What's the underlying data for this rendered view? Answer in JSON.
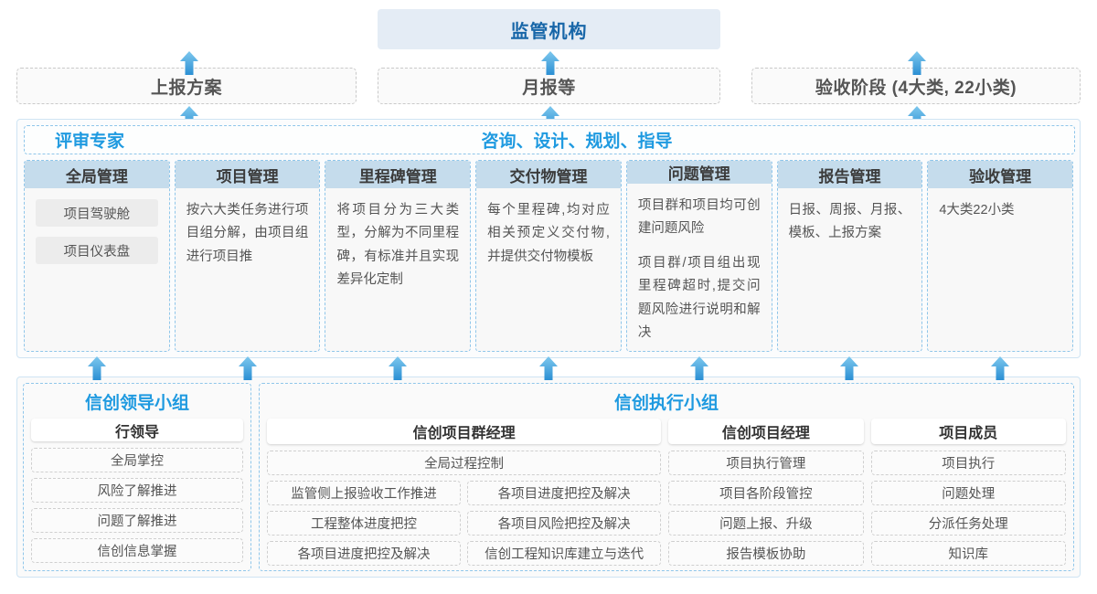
{
  "top": {
    "regulator": "监管机构",
    "channels": [
      {
        "label": "上报方案"
      },
      {
        "label": "月报等"
      },
      {
        "label": "验收阶段 (4大类, 22小类)"
      }
    ]
  },
  "middle": {
    "banner_left": "评审专家",
    "banner_right": "咨询、设计、规划、指导",
    "columns": [
      {
        "head": "全局管理",
        "pills": [
          "项目驾驶舱",
          "项目仪表盘"
        ],
        "paragraphs": []
      },
      {
        "head": "项目管理",
        "pills": [],
        "paragraphs": [
          "按六大类任务进行项目组分解，由项目组进行项目推"
        ]
      },
      {
        "head": "里程碑管理",
        "pills": [],
        "paragraphs": [
          "将项目分为三大类型，分解为不同里程碑，有标准并且实现差异化定制"
        ]
      },
      {
        "head": "交付物管理",
        "pills": [],
        "paragraphs": [
          "每个里程碑,均对应相关预定义交付物,并提供交付物模板"
        ]
      },
      {
        "head": "问题管理",
        "pills": [],
        "paragraphs": [
          "项目群和项目均可创建问题风险",
          "项目群/项目组出现里程碑超时,提交问题风险进行说明和解决"
        ]
      },
      {
        "head": "报告管理",
        "pills": [],
        "paragraphs": [
          "日报、周报、月报、模板、上报方案"
        ]
      },
      {
        "head": "验收管理",
        "pills": [],
        "paragraphs": [
          "4大类22小类"
        ]
      }
    ]
  },
  "bottom": {
    "leader_group": {
      "title": "信创领导小组",
      "role_head": "行领导",
      "tasks": [
        "全局掌控",
        "风险了解推进",
        "问题了解推进",
        "信创信息掌握"
      ]
    },
    "exec_group": {
      "title": "信创执行小组",
      "program_manager": {
        "head": "信创项目群经理",
        "full_width_task": "全局过程控制",
        "left_tasks": [
          "监管侧上报验收工作推进",
          "工程整体进度把控",
          "各项目进度把控及解决"
        ],
        "right_tasks": [
          "各项目进度把控及解决",
          "各项目风险把控及解决",
          "信创工程知识库建立与迭代"
        ]
      },
      "project_manager": {
        "head": "信创项目经理",
        "tasks": [
          "项目执行管理",
          "项目各阶段管控",
          "问题上报、升级",
          "报告模板协助"
        ]
      },
      "member": {
        "head": "项目成员",
        "tasks": [
          "项目执行",
          "问题处理",
          "分派任务处理",
          "知识库"
        ]
      }
    }
  },
  "colors": {
    "accent": "#1f9ae0",
    "regulator_bg": "#e4ecf5",
    "column_head_bg": "#c5dcec",
    "arrow_top": "#7ec8ee",
    "arrow_bottom": "#2b8fd4"
  }
}
